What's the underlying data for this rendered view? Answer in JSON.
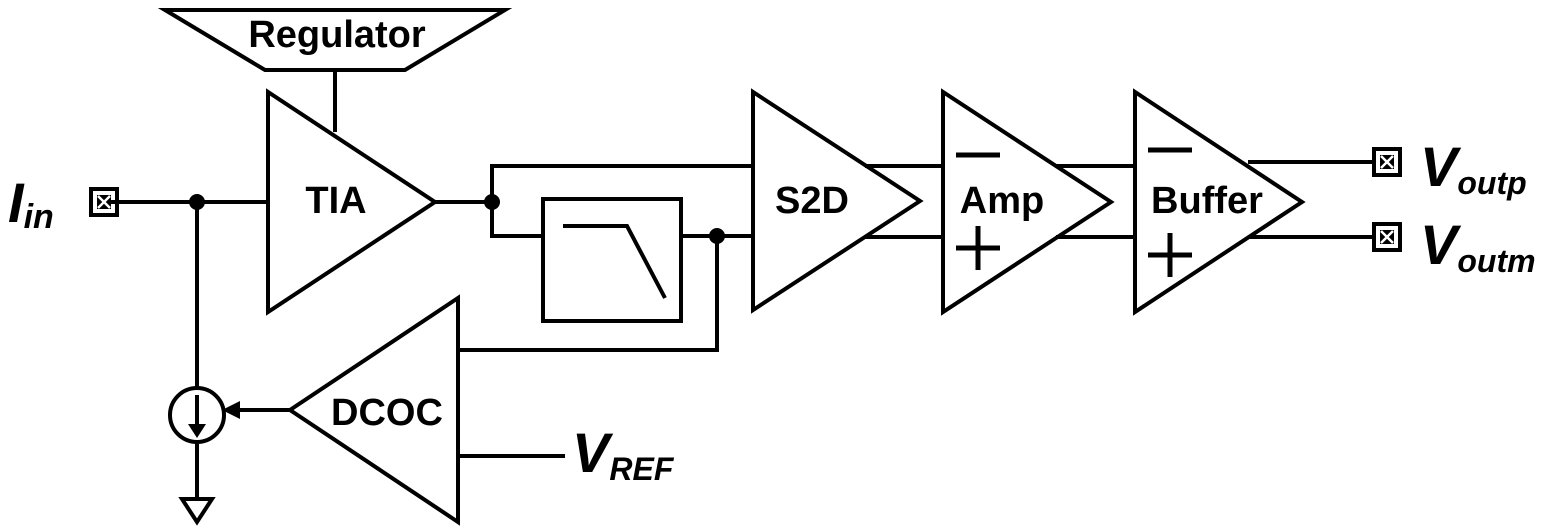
{
  "blocks": {
    "regulator": "Regulator",
    "tia": "TIA",
    "s2d": "S2D",
    "amp": "Amp",
    "buffer": "Buffer",
    "dcoc": "DCOC"
  },
  "pins": {
    "iin": {
      "main": "I",
      "sub": "in"
    },
    "voutp": {
      "main": "V",
      "sub": "outp"
    },
    "voutm": {
      "main": "V",
      "sub": "outm"
    },
    "vref": {
      "main": "V",
      "sub": "REF"
    }
  },
  "signs": {
    "amp_minus": "−",
    "amp_plus": "+",
    "buffer_minus": "−",
    "buffer_plus": "+"
  }
}
